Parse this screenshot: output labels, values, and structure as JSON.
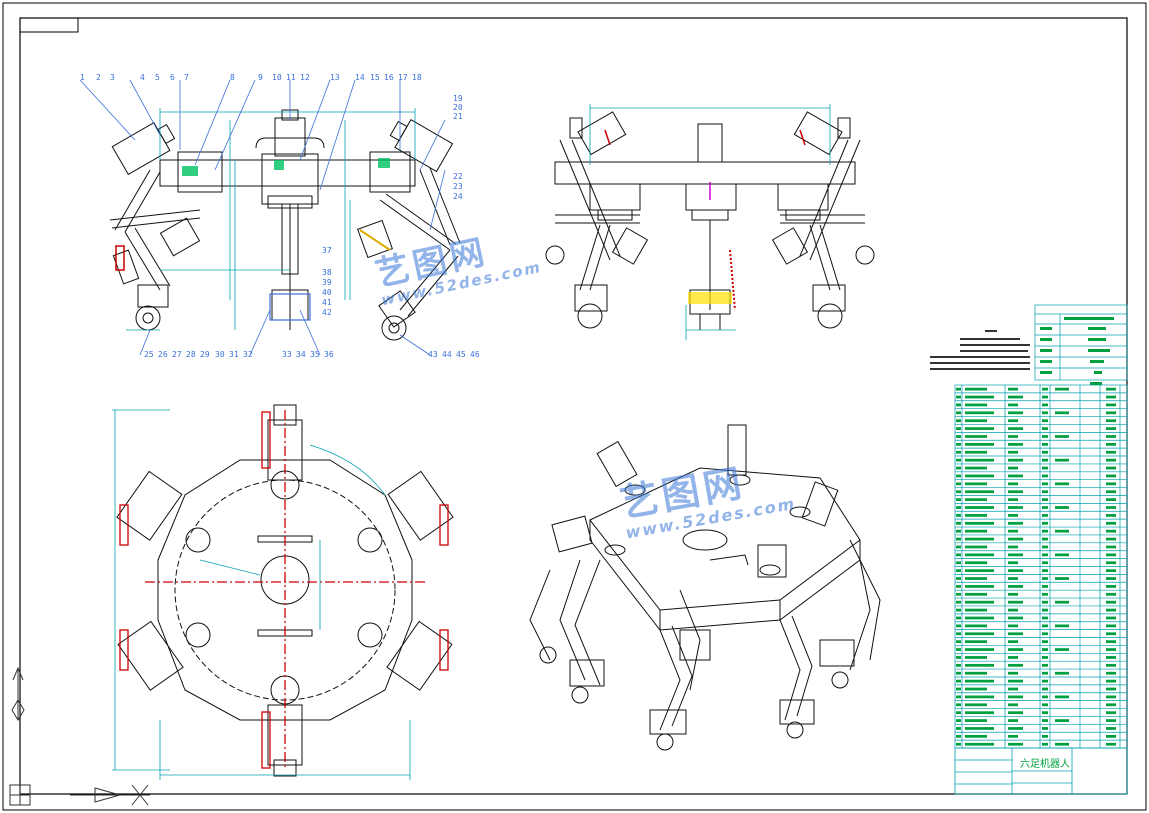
{
  "watermark": {
    "brand": "艺图网",
    "url": "www.52des.com"
  },
  "views": {
    "front_balloons_top": [
      "1",
      "2",
      "3",
      "4",
      "5",
      "6",
      "7",
      "8",
      "9",
      "10",
      "11",
      "12",
      "13",
      "14",
      "15",
      "16",
      "17",
      "18"
    ],
    "front_balloons_right": [
      "19",
      "20",
      "21",
      "22",
      "23",
      "24"
    ],
    "front_balloons_bottom": [
      "25",
      "26",
      "27",
      "28",
      "29",
      "30",
      "31",
      "32",
      "33",
      "34",
      "35",
      "36"
    ],
    "front_balloons_inner": [
      "37",
      "38",
      "39",
      "40",
      "41",
      "42"
    ],
    "front_balloons_right_bottom": [
      "43",
      "44",
      "45",
      "46"
    ]
  },
  "title_block": {
    "name": "六足机器人"
  },
  "colors": {
    "frame": "#000000",
    "part": "#111111",
    "dim": "#00a0b0",
    "center": "#cc0000",
    "balloon": "#3a6fd8",
    "table_text": "#00a040",
    "table_line": "#00a0b0",
    "hatch": "#ff3030",
    "accent": "#ddaa00"
  }
}
